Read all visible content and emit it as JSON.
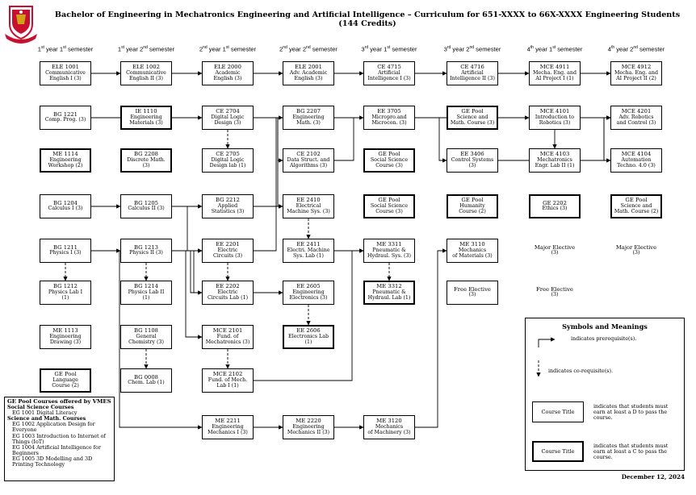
{
  "title": "Bachelor of Engineering in Mechatronics Engineering and Artificial Intelligence – Curriculum for 651-XXXX to 66X-XXXX Engineering Students (144 Credits)",
  "semesters": [
    {
      "year": "1",
      "ysup": "st",
      "sem": "1",
      "ssup": "st"
    },
    {
      "year": "1",
      "ysup": "st",
      "sem": "2",
      "ssup": "nd"
    },
    {
      "year": "2",
      "ysup": "nd",
      "sem": "1",
      "ssup": "st"
    },
    {
      "year": "2",
      "ysup": "nd",
      "sem": "2",
      "ssup": "nd"
    },
    {
      "year": "3",
      "ysup": "rd",
      "sem": "1",
      "ssup": "st"
    },
    {
      "year": "3",
      "ysup": "rd",
      "sem": "2",
      "ssup": "nd"
    },
    {
      "year": "4",
      "ysup": "th",
      "sem": "1",
      "ssup": "st"
    },
    {
      "year": "4",
      "ysup": "th",
      "sem": "2",
      "ssup": "nd"
    }
  ],
  "year_word": "year",
  "semester_word": "semester",
  "courses": [
    {
      "id": "ele1001",
      "code": "ELE 1001",
      "name": "Communicative\nEnglish I (3)"
    },
    {
      "id": "bg1221",
      "code": "BG 1221",
      "name": "Comp. Prog. (3)"
    },
    {
      "id": "me1114",
      "code": "ME 1114",
      "name": "Engineering\nWorkshop (2)"
    },
    {
      "id": "bg1204",
      "code": "BG 1204",
      "name": "Calculus I (3)"
    },
    {
      "id": "bg1211",
      "code": "BG 1211",
      "name": "Physics I (3)"
    },
    {
      "id": "bg1212",
      "code": "BG 1212",
      "name": "Physics Lab I\n(1)"
    },
    {
      "id": "me1113",
      "code": "ME 1113",
      "name": "Engineering\nDrawing (3)"
    },
    {
      "id": "gepool1",
      "code": "GE Pool",
      "name": "Language\nCourse (2)"
    },
    {
      "id": "ele1002",
      "code": "ELE 1002",
      "name": "Communicative\nEnglish II (3)"
    },
    {
      "id": "ie1110",
      "code": "IE 1110",
      "name": "Engineering\nMaterials (3)"
    },
    {
      "id": "bg2208",
      "code": "BG 2208",
      "name": "Discrete Math.\n(3)"
    },
    {
      "id": "bg1205",
      "code": "BG 1205",
      "name": "Calculus II (3)"
    },
    {
      "id": "bg1213",
      "code": "BG 1213",
      "name": "Physics II (3)"
    },
    {
      "id": "bg1214",
      "code": "BG 1214",
      "name": "Physics Lab II\n(1)"
    },
    {
      "id": "bg1108",
      "code": "BG 1108",
      "name": "General\nChemistry (3)"
    },
    {
      "id": "bg0008",
      "code": "BG 0008",
      "name": "Chem. Lab (1)"
    },
    {
      "id": "ele2000",
      "code": "ELE 2000",
      "name": "Academic\nEnglish (3)"
    },
    {
      "id": "ce2704",
      "code": "CE 2704",
      "name": "Digital Logic\nDesign (3)"
    },
    {
      "id": "ce2705",
      "code": "CE 2705",
      "name": "Digital Logic\nDesign lab (1)"
    },
    {
      "id": "bg2212",
      "code": "BG 2212",
      "name": "Applied\nStatistics (3)"
    },
    {
      "id": "ee2201",
      "code": "EE 2201",
      "name": "Electric\nCircuits (3)"
    },
    {
      "id": "ee2202",
      "code": "EE 2202",
      "name": "Electric\nCircuits Lab (1)"
    },
    {
      "id": "mce2101",
      "code": "MCE 2101",
      "name": "Fund. of\nMechatronics (3)"
    },
    {
      "id": "mce2102",
      "code": "MCE 2102",
      "name": "Fund. of Mech.\nLab I (1)"
    },
    {
      "id": "me2211",
      "code": "ME 2211",
      "name": "Engineering\nMechanics I (3)"
    },
    {
      "id": "ele2001",
      "code": "ELE 2001",
      "name": "Adv. Academic\nEnglish (3)"
    },
    {
      "id": "bg2207",
      "code": "BG 2207",
      "name": "Engineering\nMath. (3)"
    },
    {
      "id": "ce2102",
      "code": "CE 2102",
      "name": "Data Struct. and\nAlgorithms (3)"
    },
    {
      "id": "ee2410",
      "code": "EE 2410",
      "name": "Electrical\nMachine Sys. (3)"
    },
    {
      "id": "ee2411",
      "code": "EE 2411",
      "name": "Electri. Machine\nSys. Lab (1)"
    },
    {
      "id": "ee2605",
      "code": "EE 2605",
      "name": "Engineering\nElectronics (3)"
    },
    {
      "id": "ee2606",
      "code": "EE 2606",
      "name": "Electronics Lab\n(1)"
    },
    {
      "id": "me2220",
      "code": "ME 2220",
      "name": "Engineering\nMechanics II (3)"
    },
    {
      "id": "ce4715",
      "code": "CE 4715",
      "name": "Artificial\nIntelligence I (3)"
    },
    {
      "id": "ee3705",
      "code": "EE 3705",
      "name": "Micropro.and\nMicrocon. (3)"
    },
    {
      "id": "gepool2",
      "code": "GE Pool",
      "name": "Social Science\nCourse (3)"
    },
    {
      "id": "gepool3",
      "code": "GE Pool",
      "name": "Social Science\nCourse (3)"
    },
    {
      "id": "me3311",
      "code": "ME 3311",
      "name": "Pneumatic &\nHydraul. Sys. (3)"
    },
    {
      "id": "me3312",
      "code": "ME 3312",
      "name": "Pneumatic &\nHydraul. Lab (1)"
    },
    {
      "id": "me3120",
      "code": "ME 3120",
      "name": "Mechanics\nof Machinery (3)"
    },
    {
      "id": "ce4716",
      "code": "CE 4716",
      "name": "Artificial\nIntelligence II (3)"
    },
    {
      "id": "gepool4",
      "code": "GE Pool",
      "name": "Science and\nMath. Course (3)"
    },
    {
      "id": "ee3406",
      "code": "EE 3406",
      "name": "Control Systems\n(3)"
    },
    {
      "id": "gepool5",
      "code": "GE Pool",
      "name": "Humanity\nCourse (2)"
    },
    {
      "id": "me3110",
      "code": "ME 3110",
      "name": "Mechanics\nof Materials (3)"
    },
    {
      "id": "free1",
      "code": "Free Elective",
      "name": "(3)"
    },
    {
      "id": "mce4911",
      "code": "MCE 4911",
      "name": "Mecha. Eng. and\nAI Project I (1)"
    },
    {
      "id": "mce4101",
      "code": "MCE 4101",
      "name": "Introduction to\nRobotics (3)"
    },
    {
      "id": "mce4103",
      "code": "MCE 4103",
      "name": "Mechatronics\nEngr. Lab II (1)"
    },
    {
      "id": "ge2202",
      "code": "GE 2202",
      "name": "Ethics (3)"
    },
    {
      "id": "major1",
      "code": "Major Elective",
      "name": "(3)"
    },
    {
      "id": "free2",
      "code": "Free Elective",
      "name": "(3)"
    },
    {
      "id": "mce4912",
      "code": "MCE 4912",
      "name": "Mecha. Eng. and\nAI Project II (2)"
    },
    {
      "id": "mce4201",
      "code": "MCE 4201",
      "name": "Adv. Robotics\nand Control (3)"
    },
    {
      "id": "mce4104",
      "code": "MCE 4104",
      "name": "Automation\nTechno. 4.0 (3)"
    },
    {
      "id": "gepool6",
      "code": "GE Pool",
      "name": "Science and\nMath. Course (2)"
    },
    {
      "id": "major2",
      "code": "Major Elective",
      "name": "(3)"
    }
  ],
  "ge_note": {
    "title": "GE Pool Courses offered by VMES",
    "groups": [
      {
        "heading": "Social Science Courses",
        "items": [
          "EG 1001 Digital Literacy"
        ]
      },
      {
        "heading": "Science and Math. Courses",
        "items": [
          "EG 1002 Application Design for Everyone",
          "EG 1003 Introduction to Internet of Things (IoT)",
          "EG 1004 Artificial Intelligence for Beginners",
          "EG 1005 3D Modelling and 3D Printing Technology"
        ]
      }
    ]
  },
  "legend": {
    "title": "Symbols and Meanings",
    "prereq": "indicates prerequisite(s).",
    "coreq": "indicates co-requisite(s).",
    "box_label": "Course Title",
    "d_text": "indicates that students must earn at least a D to pass the course.",
    "c_text": "indicates that students must earn at least a C to pass the course."
  },
  "date": "December 12, 2024",
  "colors": {
    "line": "#000000",
    "logo_red": "#c8102e",
    "logo_gold": "#d4a017"
  }
}
